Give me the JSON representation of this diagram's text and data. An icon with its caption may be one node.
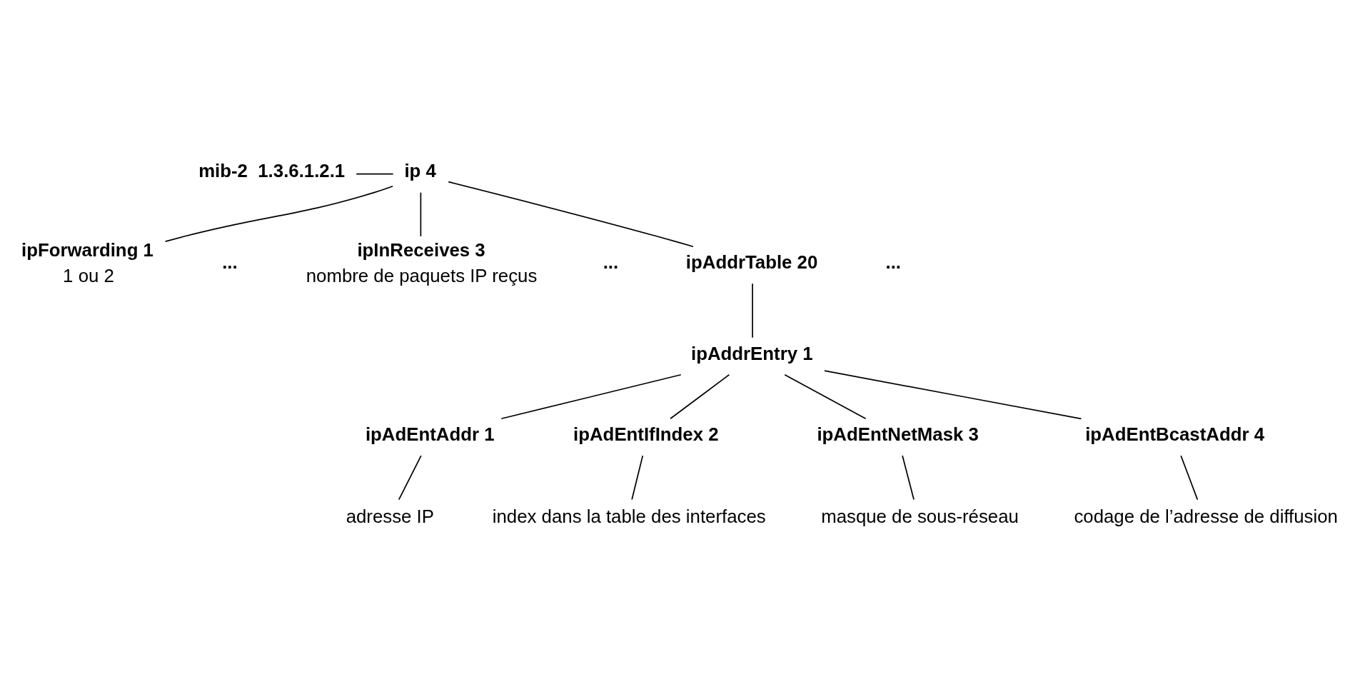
{
  "diagram": {
    "nodes": [
      {
        "text": [
          "mib-2  1.3.6.1.2.1"
        ]
      },
      {
        "text": [
          "ip 4"
        ]
      },
      {
        "text": [
          "ipForwarding 1"
        ],
        "beside": [
          "1 ou 2"
        ]
      },
      {
        "text": [
          "ipInReceives 3"
        ],
        "beside": [
          "nombre de paquets IP reçus"
        ]
      },
      {
        "text": [
          "ipAddrTable 20"
        ]
      },
      {
        "text": [
          "ipAddrEntry 1"
        ]
      },
      {
        "text": [
          "ipAdEntAddr 1"
        ]
      },
      {
        "text": [
          "ipAdEntIfIndex 2"
        ]
      },
      {
        "text": [
          "ipAdEntNetMask 3"
        ]
      },
      {
        "text": [
          "ipAdEntBcastAddr 4"
        ]
      },
      {
        "text": [
          "adresse IP"
        ]
      },
      {
        "text": [
          "index dans la table des interfaces"
        ]
      },
      {
        "text": [
          "masque de sous-réseau"
        ]
      },
      {
        "text": [
          "codage de l’adresse de diffusion"
        ]
      }
    ],
    "edges": [
      {
        "from": 0,
        "to": 1,
        "arrow": "none"
      },
      {
        "from": 1,
        "to": 2,
        "arrow": "none"
      },
      {
        "from": 1,
        "to": 3,
        "arrow": "none"
      },
      {
        "from": 1,
        "to": 4,
        "arrow": "none"
      },
      {
        "from": 4,
        "to": 5,
        "arrow": "none"
      },
      {
        "from": 5,
        "to": 6,
        "arrow": "none"
      },
      {
        "from": 5,
        "to": 7,
        "arrow": "none"
      },
      {
        "from": 5,
        "to": 8,
        "arrow": "none"
      },
      {
        "from": 5,
        "to": 9,
        "arrow": "none"
      },
      {
        "from": 6,
        "to": 10,
        "arrow": "none"
      },
      {
        "from": 7,
        "to": 11,
        "arrow": "none"
      },
      {
        "from": 8,
        "to": 12,
        "arrow": "none"
      },
      {
        "from": 9,
        "to": 13,
        "arrow": "none"
      }
    ],
    "labels": [
      "...",
      "...",
      "..."
    ]
  }
}
